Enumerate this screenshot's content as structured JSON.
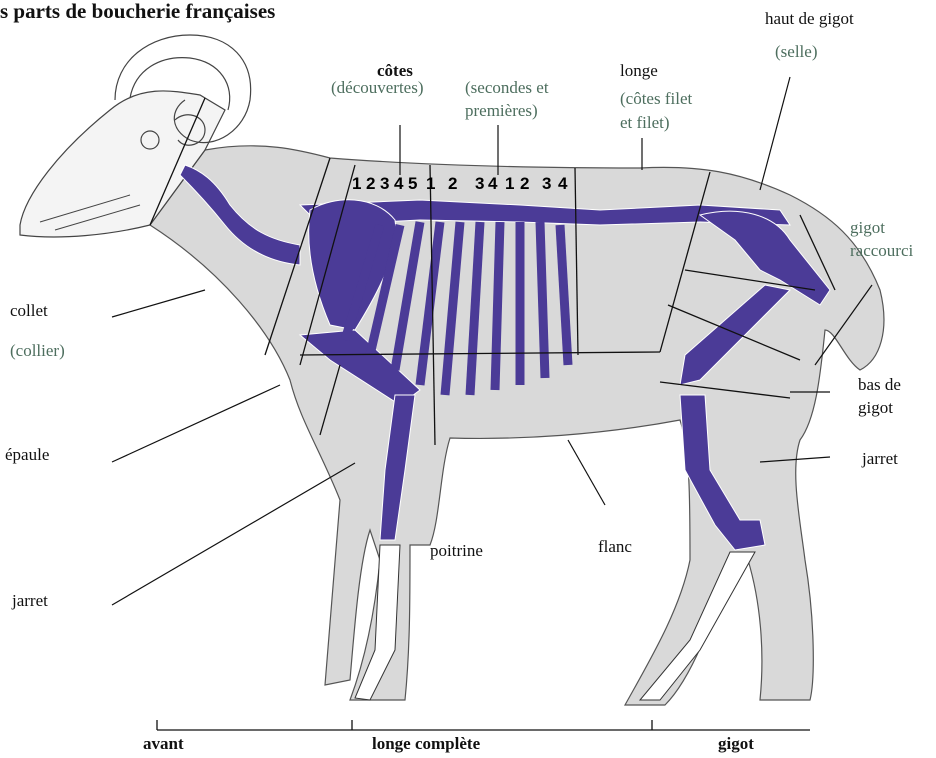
{
  "title": "s parts de boucherie françaises",
  "colors": {
    "skeleton": "#4b3b97",
    "body": "#d9d9d9",
    "label_green": "#4d6e5e"
  },
  "labels": {
    "cotes": "côtes",
    "cotes_decouvertes": "(découvertes)",
    "secondes_1": "(secondes et",
    "secondes_2": "premières)",
    "longe": "longe",
    "longe_sub_1": "(côtes filet",
    "longe_sub_2": "et filet)",
    "haut_gigot": "haut de gigot",
    "selle": "(selle)",
    "gigot": "gigot",
    "raccourci": "raccourci",
    "collet": "collet",
    "collier": "(collier)",
    "epaule": "épaule",
    "jarret_front": "jarret",
    "poitrine": "poitrine",
    "flanc": "flanc",
    "bas_gigot_1": "bas de",
    "bas_gigot_2": "gigot",
    "jarret_back": "jarret"
  },
  "rib_numbers": [
    "1",
    "2",
    "3",
    "4",
    "5",
    "1",
    "2",
    "3",
    "4",
    "1",
    "2",
    "3",
    "4"
  ],
  "sections": {
    "avant": "avant",
    "longe_complete": "longe complète",
    "gigot": "gigot"
  }
}
